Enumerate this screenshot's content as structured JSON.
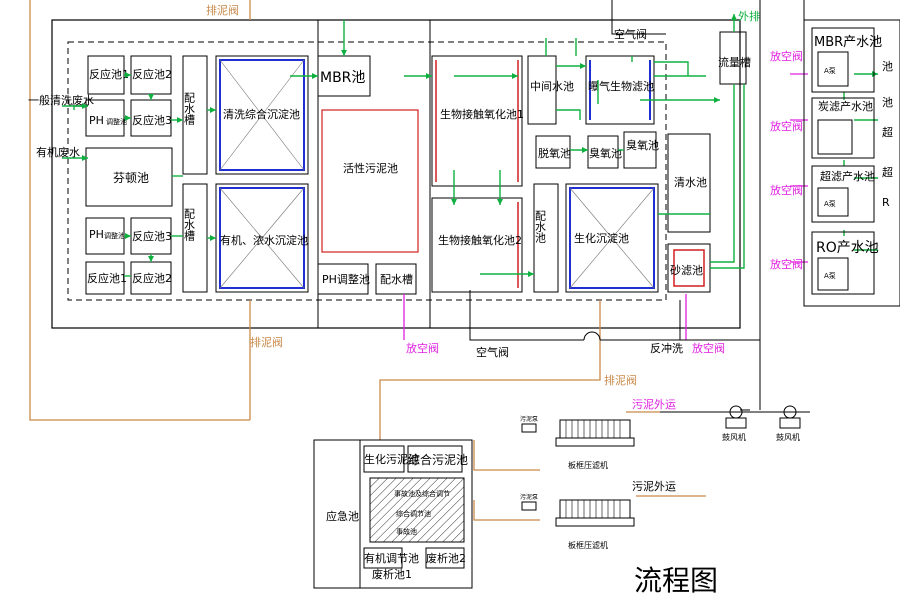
{
  "labels": {
    "pai_ni_top": "排泥阀",
    "wai_pai": "外排",
    "kong_qi_top": "空气阀",
    "yiban_feishui": "一般清洗废水",
    "youji_feishui": "有机废水",
    "fy1_a": "反应池1",
    "fy2_a": "反应池2",
    "ph_a": "PH",
    "ph_a_sub": "调整池",
    "fy3_a": "反应池3",
    "fenton": "芬顿池",
    "ph_b": "PH",
    "ph_b_sub": "调整池",
    "fy3_b": "反应池3",
    "fy1_b": "反应池1",
    "fy2_b": "反应池2",
    "peishui_1": "配水槽",
    "peishui_2": "配水槽",
    "qingxi_chendian": "清洗综合沉淀池",
    "youji_chendian": "有机、浓水沉淀池",
    "mbr": "MBR池",
    "huoxing": "活性污泥池",
    "ph_tiaozheng": "PH调整池",
    "peishui_3": "配水槽",
    "shengwu_1": "生物接触氧化池1",
    "shengwu_2": "生物接触氧化池2",
    "zhongjian": "中间水池",
    "baoqi": "曝气生物滤池",
    "tuoyang": "脱氧池",
    "chouyang_1": "臭氧池",
    "chouyang_2": "臭氧池",
    "liuliang": "流量槽",
    "qingshui": "清水池",
    "peishui_4": "配水池",
    "shenghua": "生化沉淀池",
    "shalv": "砂滤池",
    "pai_ni_left": "排泥阀",
    "fang_kong_1": "放空阀",
    "kong_qi_bottom": "空气阀",
    "fan_chong": "反冲洗",
    "fang_kong_2": "放空阀",
    "pai_ni_mid": "排泥阀",
    "wuni_waiyun_1": "污泥外运",
    "wuni_waiyun_2": "污泥外运",
    "guping_1": "鼓风机",
    "guping_2": "鼓风机",
    "press_1": "板框压滤机",
    "press_2": "板框压滤机",
    "pump_1": "污泥泵",
    "pump_2": "污泥泵",
    "yingji": "应急池",
    "shenghua_wuni": "生化污泥池",
    "zonghe_wuni": "综合污泥池",
    "youji_tiaojie": "有机调节池",
    "feixi_1": "废析池1",
    "feixi_2": "废析池2",
    "hatch_1": "事故池及综合调节",
    "hatch_2": "综合调节池",
    "hatch_3": "事故池",
    "mbr_chan": "MBR产水池",
    "tan_lv": "炭滤产水池",
    "chao_lv": "超滤产水池",
    "ro_chan": "RO产水池",
    "fang_kong_r1": "放空阀",
    "fang_kong_r2": "放空阀",
    "fang_kong_r3": "放空阀",
    "fang_kong_r4": "放空阀",
    "pump_r": "A泵",
    "cut_1": "池",
    "cut_2": "池",
    "cut_3": "超",
    "cut_4": "超",
    "cut_5": "R",
    "liucheng": "流程图"
  }
}
